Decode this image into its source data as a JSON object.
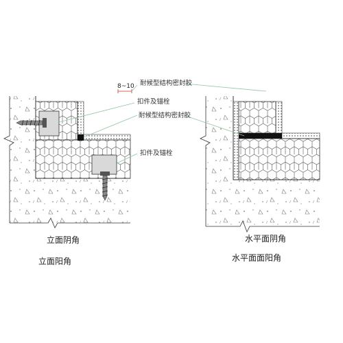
{
  "labels": {
    "dimension": "8~10",
    "sealant_top": "耐候型结构密封胶",
    "fastener_top": "扣件及锚栓",
    "sealant_mid": "耐候型结构密封胶",
    "fastener_bottom": "扣件及锚栓"
  },
  "captions": {
    "left_line1": "立面阴角",
    "left_line2": "立面阳角",
    "right_line1": "水平面阴角",
    "right_line2": "水平面面阳角"
  },
  "colors": {
    "line": "#333333",
    "leader": "#8cc7a0",
    "leader_dim": "#c0392b",
    "clip_fill": "#d9d9d9",
    "sealant": "#111111"
  }
}
